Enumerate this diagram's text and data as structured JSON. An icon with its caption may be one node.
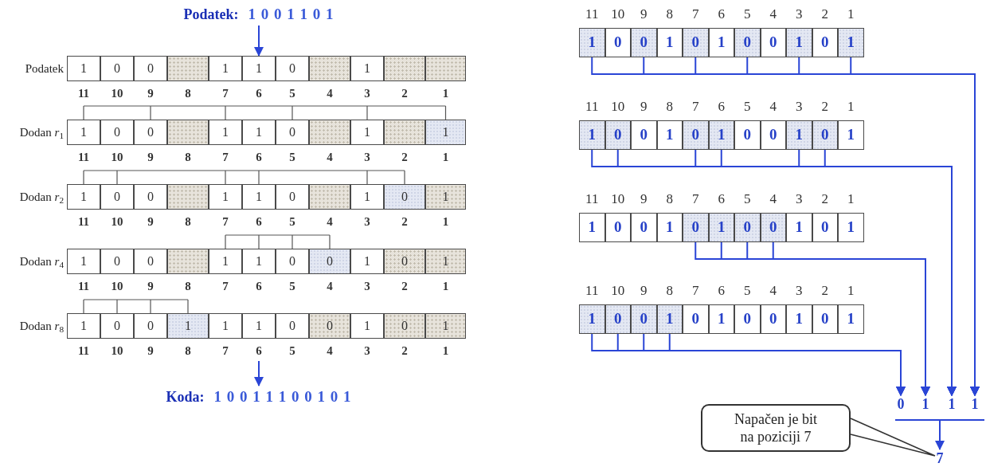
{
  "diagram": {
    "nodes": [
      {
        "text": [
          "Podatek:",
          "1 0 0 1 1 0 1"
        ]
      },
      {
        "text": [
          "1"
        ]
      },
      {
        "text": [
          "0"
        ]
      },
      {
        "text": [
          "0"
        ]
      },
      {
        "text": [],
        "shape": "box"
      },
      {
        "text": [
          "1"
        ]
      },
      {
        "text": [
          "1"
        ]
      },
      {
        "text": [
          "0"
        ]
      },
      {
        "text": [],
        "shape": "box"
      },
      {
        "text": [
          "1"
        ]
      },
      {
        "text": [],
        "shape": "box"
      },
      {
        "text": [],
        "shape": "box"
      },
      {
        "text": [
          "1"
        ]
      },
      {
        "text": [
          "0"
        ]
      },
      {
        "text": [
          "0"
        ]
      },
      {
        "text": [],
        "shape": "box"
      },
      {
        "text": [
          "1"
        ]
      },
      {
        "text": [
          "1"
        ]
      },
      {
        "text": [
          "0"
        ]
      },
      {
        "text": [],
        "shape": "box"
      },
      {
        "text": [
          "1"
        ]
      },
      {
        "text": [],
        "shape": "box"
      },
      {
        "text": [
          "1"
        ]
      },
      {
        "text": [
          "1"
        ]
      },
      {
        "text": [
          "0"
        ]
      },
      {
        "text": [
          "0"
        ]
      },
      {
        "text": [],
        "shape": "box"
      },
      {
        "text": [
          "1"
        ]
      },
      {
        "text": [
          "1"
        ]
      },
      {
        "text": [
          "0"
        ]
      },
      {
        "text": [],
        "shape": "box"
      },
      {
        "text": [
          "1"
        ]
      },
      {
        "text": [
          "0"
        ]
      },
      {
        "text": [
          "1"
        ]
      },
      {
        "text": [
          "1"
        ]
      },
      {
        "text": [
          "0"
        ]
      },
      {
        "text": [
          "0"
        ]
      },
      {
        "text": [],
        "shape": "box"
      },
      {
        "text": [
          "1"
        ]
      },
      {
        "text": [
          "1"
        ]
      },
      {
        "text": [
          "0"
        ]
      },
      {
        "text": [
          "0"
        ]
      },
      {
        "text": [
          "1"
        ]
      },
      {
        "text": [
          "0"
        ]
      },
      {
        "text": [
          "1"
        ]
      },
      {
        "text": [
          "1"
        ]
      },
      {
        "text": [
          "0"
        ]
      },
      {
        "text": [
          "0"
        ]
      },
      {
        "text": [
          "1"
        ]
      },
      {
        "text": [
          "1"
        ]
      },
      {
        "text": [
          "1"
        ]
      },
      {
        "text": [
          "0"
        ]
      },
      {
        "text": [
          "0"
        ]
      },
      {
        "text": [
          "1"
        ]
      },
      {
        "text": [
          "0"
        ]
      },
      {
        "text": [
          "1"
        ]
      },
      {
        "text": [
          "Koda:",
          "1 0 0 1 1 1 0 0 1 0 1"
        ]
      },
      {
        "text": [
          "1"
        ]
      },
      {
        "text": [
          "0"
        ]
      },
      {
        "text": [
          "0"
        ]
      },
      {
        "text": [
          "1"
        ]
      },
      {
        "text": [
          "0"
        ]
      },
      {
        "text": [
          "1"
        ]
      },
      {
        "text": [
          "0"
        ]
      },
      {
        "text": [
          "0"
        ]
      },
      {
        "text": [
          "1"
        ]
      },
      {
        "text": [
          "0"
        ]
      },
      {
        "text": [
          "1"
        ]
      },
      {
        "text": [
          "1"
        ]
      },
      {
        "text": [
          "0"
        ]
      },
      {
        "text": [
          "0"
        ]
      },
      {
        "text": [
          "1"
        ]
      },
      {
        "text": [
          "0"
        ]
      },
      {
        "text": [
          "1"
        ]
      },
      {
        "text": [
          "0"
        ]
      },
      {
        "text": [
          "0"
        ]
      },
      {
        "text": [
          "1"
        ]
      },
      {
        "text": [
          "0"
        ]
      },
      {
        "text": [
          "1"
        ]
      },
      {
        "text": [
          "1"
        ]
      },
      {
        "text": [
          "0"
        ]
      },
      {
        "text": [
          "0"
        ]
      },
      {
        "text": [
          "1"
        ]
      },
      {
        "text": [
          "0"
        ]
      },
      {
        "text": [
          "1"
        ]
      },
      {
        "text": [
          "0"
        ]
      },
      {
        "text": [
          "0"
        ]
      },
      {
        "text": [
          "1"
        ]
      },
      {
        "text": [
          "0"
        ]
      },
      {
        "text": [
          "1"
        ]
      },
      {
        "text": [
          "1"
        ]
      },
      {
        "text": [
          "0"
        ]
      },
      {
        "text": [
          "0"
        ]
      },
      {
        "text": [
          "1"
        ]
      },
      {
        "text": [
          "0"
        ]
      },
      {
        "text": [
          "1"
        ]
      },
      {
        "text": [
          "0"
        ]
      },
      {
        "text": [
          "0"
        ]
      },
      {
        "text": [
          "1"
        ]
      },
      {
        "text": [
          "0"
        ]
      },
      {
        "text": [
          "1"
        ]
      },
      {
        "text": [
          "0"
        ]
      },
      {
        "text": [
          "1"
        ]
      },
      {
        "text": [
          "1"
        ]
      },
      {
        "text": [
          "1"
        ]
      },
      {
        "text": [
          "7"
        ]
      },
      {
        "text": [
          "Napačen je bit na poziciji 7"
        ]
      },
      {
        "text": [],
        "shape": "bar"
      }
    ],
    "edges": [
      {
        "from": 0,
        "to": 6,
        "arrow": "to"
      },
      {
        "from": 50,
        "to": 56,
        "arrow": "to"
      },
      {
        "from": 57,
        "to": 104,
        "arrow": "to"
      },
      {
        "from": 59,
        "to": 104,
        "arrow": "to"
      },
      {
        "from": 61,
        "to": 104,
        "arrow": "to"
      },
      {
        "from": 63,
        "to": 104,
        "arrow": "to"
      },
      {
        "from": 65,
        "to": 104,
        "arrow": "to"
      },
      {
        "from": 67,
        "to": 104,
        "arrow": "to"
      },
      {
        "from": 68,
        "to": 103,
        "arrow": "to"
      },
      {
        "from": 69,
        "to": 103,
        "arrow": "to"
      },
      {
        "from": 72,
        "to": 103,
        "arrow": "to"
      },
      {
        "from": 73,
        "to": 103,
        "arrow": "to"
      },
      {
        "from": 76,
        "to": 103,
        "arrow": "to"
      },
      {
        "from": 77,
        "to": 103,
        "arrow": "to"
      },
      {
        "from": 83,
        "to": 102,
        "arrow": "to"
      },
      {
        "from": 84,
        "to": 102,
        "arrow": "to"
      },
      {
        "from": 85,
        "to": 102,
        "arrow": "to"
      },
      {
        "from": 86,
        "to": 102,
        "arrow": "to"
      },
      {
        "from": 90,
        "to": 101,
        "arrow": "to"
      },
      {
        "from": 91,
        "to": 101,
        "arrow": "to"
      },
      {
        "from": 92,
        "to": 101,
        "arrow": "to"
      },
      {
        "from": 93,
        "to": 101,
        "arrow": "to"
      },
      {
        "from": 107,
        "to": 105,
        "arrow": "to"
      },
      {
        "from": 106,
        "to": 105,
        "arrow": "none",
        "color": "#333333"
      }
    ],
    "labels": [
      "Podatek",
      "11",
      "10",
      "9",
      "8",
      "7",
      "6",
      "5",
      "4",
      "3",
      "2",
      "1",
      "Dodan *r*$_{1}$",
      "11",
      "10",
      "9",
      "8",
      "7",
      "6",
      "5",
      "4",
      "3",
      "2",
      "1",
      "Dodan *r*$_{2}$",
      "11",
      "10",
      "9",
      "8",
      "7",
      "6",
      "5",
      "4",
      "3",
      "2",
      "1",
      "Dodan *r*$_{4}$",
      "11",
      "10",
      "9",
      "8",
      "7",
      "6",
      "5",
      "4",
      "3",
      "2",
      "1",
      "Dodan *r*$_{8}$",
      "11",
      "10",
      "9",
      "8",
      "7",
      "6",
      "5",
      "4",
      "3",
      "2",
      "1",
      "11",
      "10",
      "9",
      "8",
      "7",
      "6",
      "5",
      "4",
      "3",
      "2",
      "1",
      "11",
      "10",
      "9",
      "8",
      "7",
      "6",
      "5",
      "4",
      "3",
      "2",
      "1",
      "11",
      "10",
      "9",
      "8",
      "7",
      "6",
      "5",
      "4",
      "3",
      "2",
      "1",
      "11",
      "10",
      "9",
      "8",
      "7",
      "6",
      "5",
      "4",
      "3",
      "2",
      "1"
    ]
  }
}
